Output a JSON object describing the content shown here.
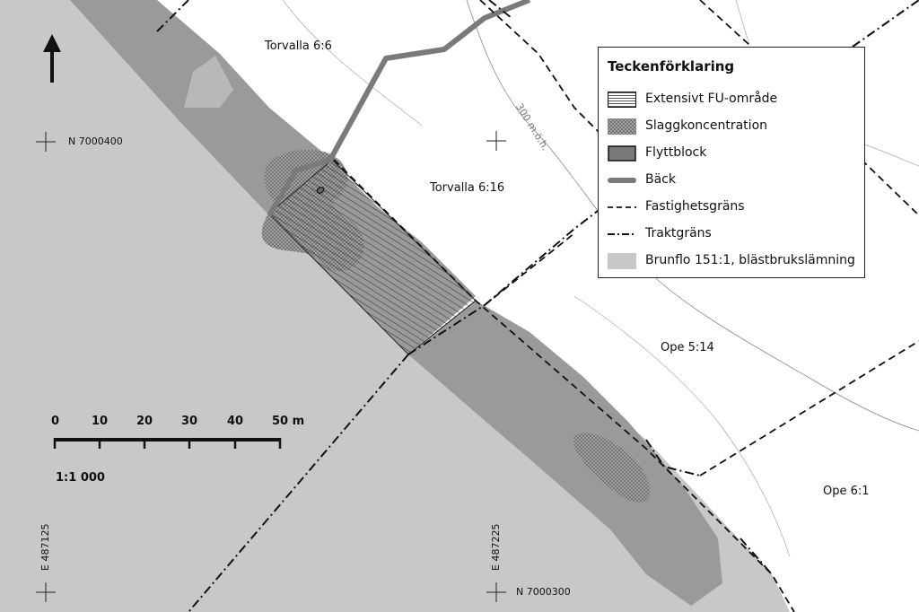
{
  "map": {
    "north_arrow": "north-arrow",
    "property_labels": {
      "torvalla_6_6": "Torvalla 6:6",
      "torvalla_6_16": "Torvalla 6:16",
      "ope_5_14": "Ope 5:14",
      "ope_6_1": "Ope 6:1"
    },
    "contour_label": "300 m.ö.h.",
    "coordinates": {
      "n_upper": "N 7000400",
      "n_lower": "N 7000300",
      "e_left": "E 487125",
      "e_right": "E 487225"
    },
    "scale": {
      "ticks": [
        "0",
        "10",
        "20",
        "30",
        "40",
        "50 m"
      ],
      "ratio": "1:1 000"
    }
  },
  "legend": {
    "title": "Teckenförklaring",
    "items": [
      {
        "label": "Extensivt FU-område",
        "symbol": "hatched-area"
      },
      {
        "label": "Slaggkoncentration",
        "symbol": "crosshatch-area"
      },
      {
        "label": "Flyttblock",
        "symbol": "dark-box"
      },
      {
        "label": "Bäck",
        "symbol": "thick-gray-line"
      },
      {
        "label": "Fastighetsgräns",
        "symbol": "dashed-line"
      },
      {
        "label": "Traktgräns",
        "symbol": "dash-dot-line"
      },
      {
        "label": "Brunflo 151:1, blästbrukslämning",
        "symbol": "light-gray-area"
      }
    ]
  },
  "colors": {
    "background": "#ffffff",
    "terrain_light": "#c8c8c8",
    "site_area": "#9a9a9a",
    "stream": "#7a7a7a",
    "slag": "#8c8c8c",
    "boundary": "#111111"
  }
}
